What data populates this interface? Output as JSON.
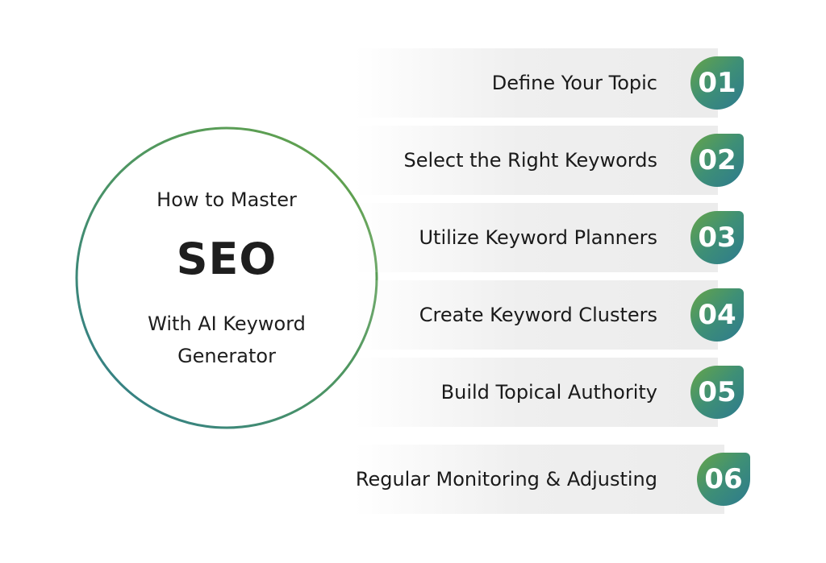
{
  "center": {
    "line1": "How to Master",
    "main": "SEO",
    "line3": "With AI Keyword Generator"
  },
  "colors": {
    "gradient_green": "#66a548",
    "gradient_teal": "#2d7a8f",
    "band_gray": "#ececec",
    "text_dark": "#1a1a1a"
  },
  "steps": [
    {
      "number": "01",
      "label": "Define Your Topic"
    },
    {
      "number": "02",
      "label": "Select the Right Keywords"
    },
    {
      "number": "03",
      "label": "Utilize Keyword Planners"
    },
    {
      "number": "04",
      "label": "Create Keyword Clusters"
    },
    {
      "number": "05",
      "label": "Build Topical Authority"
    },
    {
      "number": "06",
      "label": "Regular Monitoring & Adjusting"
    }
  ]
}
